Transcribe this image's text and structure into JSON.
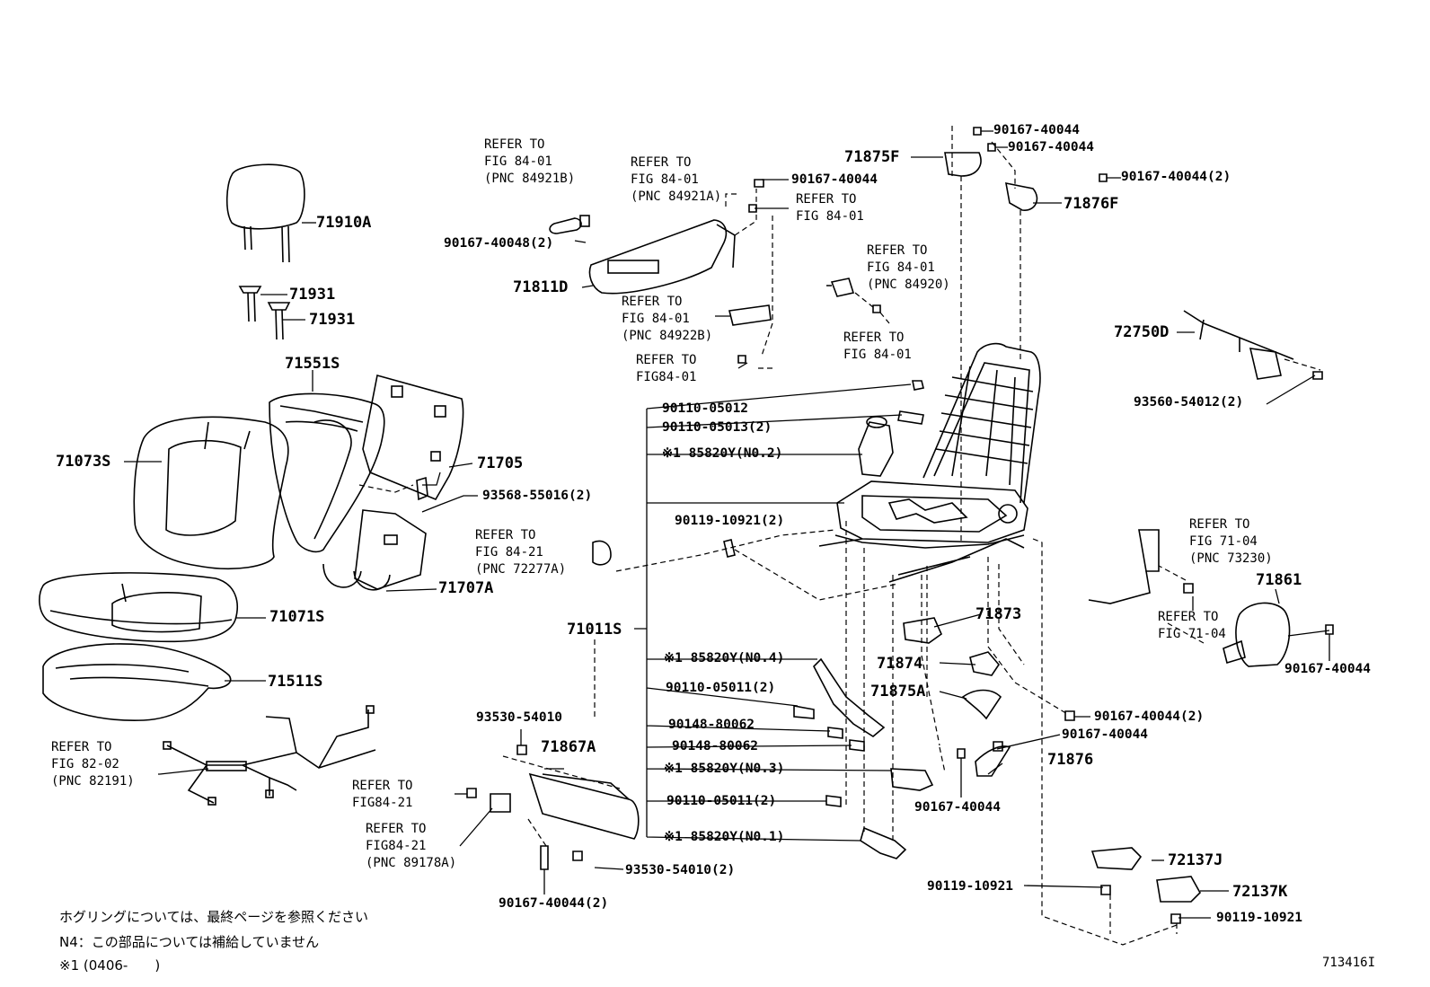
{
  "labels": {
    "p71910A": "71910A",
    "p71931a": "71931",
    "p71931b": "71931",
    "p71551S": "71551S",
    "p71073S": "71073S",
    "p71705": "71705",
    "p93568": "93568-55016(2)",
    "p71707A": "71707A",
    "p71071S": "71071S",
    "p71511S": "71511S",
    "p90167_40048": "90167-40048(2)",
    "p71811D": "71811D",
    "p90167_a": "90167-40044",
    "p71875F": "71875F",
    "p90167_b": "90167-40044",
    "p90167_c": "90167-40044",
    "p90167_d": "90167-40044(2)",
    "p71876F": "71876F",
    "p72750D": "72750D",
    "p93560": "93560-54012(2)",
    "p90110_05012": "90110-05012",
    "p90110_05013": "90110-05013(2)",
    "p85820_2": "※1 85820Y(N0.2)",
    "p90119_a": "90119-10921(2)",
    "p71011S": "71011S",
    "p71873": "71873",
    "p71874": "71874",
    "p71875A": "71875A",
    "p71861": "71861",
    "p90167_e": "90167-40044",
    "p90167_f": "90167-40044(2)",
    "p90167_g": "90167-40044",
    "p71876": "71876",
    "p90167_h": "90167-40044",
    "p85820_4": "※1 85820Y(N0.4)",
    "p90110_05011a": "90110-05011(2)",
    "p90148a": "90148-80062",
    "p90148b": "90148-80062",
    "p85820_3": "※1 85820Y(N0.3)",
    "p90110_05011b": "90110-05011(2)",
    "p85820_1": "※1 85820Y(N0.1)",
    "p93530_a": "93530-54010",
    "p71867A": "71867A",
    "p93530_b": "93530-54010(2)",
    "p90167_i": "90167-40044(2)",
    "p72137J": "72137J",
    "p72137K": "72137K",
    "p90119_b": "90119-10921",
    "p90119_c": "90119-10921"
  },
  "refs": {
    "r1": "REFER TO\nFIG 84-01\n(PNC 84921B)",
    "r2": "REFER TO\nFIG 84-01\n(PNC 84921A)",
    "r3": "REFER TO\nFIG 84-01",
    "r4": "REFER TO\nFIG 84-01\n(PNC 84920)",
    "r5": "REFER TO\nFIG 84-01\n(PNC 84922B)",
    "r6": "REFER TO\nFIG84-01",
    "r7": "REFER TO\nFIG 84-01",
    "r8": "REFER TO\nFIG 84-21\n(PNC 72277A)",
    "r9": "REFER TO\nFIG 71-04\n(PNC 73230)",
    "r10": "REFER TO\nFIG 71-04",
    "r11": "REFER TO\nFIG 82-02\n(PNC 82191)",
    "r12": "REFER TO\nFIG84-21",
    "r13": "REFER TO\nFIG84-21\n(PNC 89178A)"
  },
  "notes": {
    "n1": "ホグリングについては、最終ページを参照ください",
    "n2": "N4：この部品については補給していません",
    "n3": "※1 (0406-　　)"
  },
  "diagram_id": "713416I"
}
